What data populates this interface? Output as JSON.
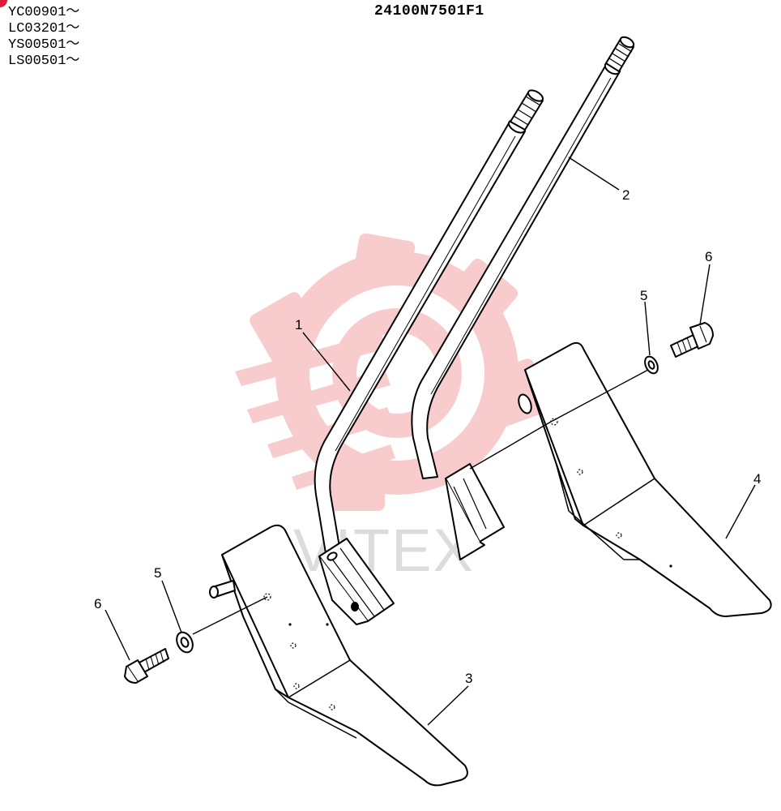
{
  "drawing_number": "24100N7501F1",
  "serial_numbers": [
    "YC00901～",
    "LC03201～",
    "YS00501～",
    "LS00501～"
  ],
  "watermark": {
    "text": "VITEX",
    "color": "#f7c4c4",
    "text_color": "#d6d6d6"
  },
  "corner_mark_color": "#d8203a",
  "callouts": [
    "1",
    "2",
    "3",
    "4",
    "5",
    "6",
    "5",
    "6"
  ],
  "parts": [
    "pedal-rod-1",
    "pedal-rod-2",
    "pedal-plate-3",
    "pedal-plate-4",
    "washer-5",
    "bolt-6"
  ]
}
